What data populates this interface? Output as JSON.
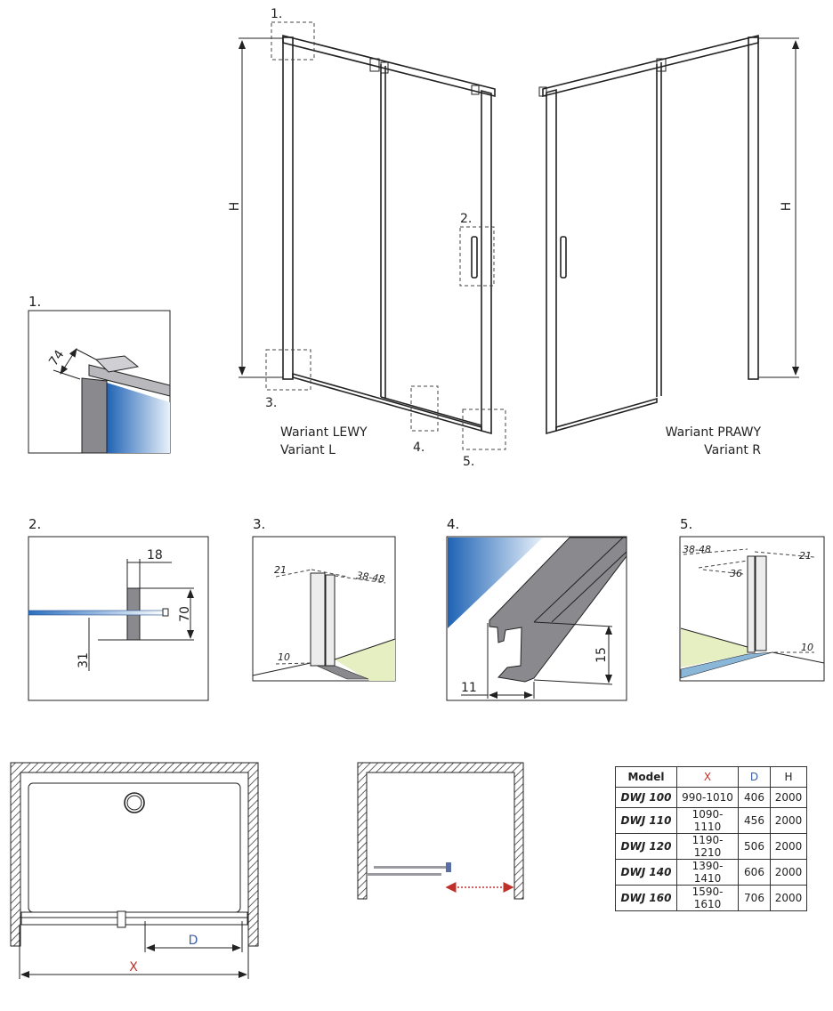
{
  "variants": {
    "left": {
      "line1": "Wariant LEWY",
      "line2": "Variant L"
    },
    "right": {
      "line1": "Wariant PRAWY",
      "line2": "Variant R"
    }
  },
  "height_label": "H",
  "callouts": [
    "1.",
    "2.",
    "3.",
    "4.",
    "5."
  ],
  "details": {
    "d1": {
      "label": "1.",
      "dims": [
        "74"
      ]
    },
    "d2": {
      "label": "2.",
      "dims": [
        "18",
        "70",
        "31"
      ]
    },
    "d3": {
      "label": "3.",
      "dims": [
        "21",
        "38-48",
        "10"
      ]
    },
    "d4": {
      "label": "4.",
      "dims": [
        "15",
        "11"
      ]
    },
    "d5": {
      "label": "5.",
      "dims": [
        "38-48",
        "21",
        "36",
        "10"
      ]
    }
  },
  "plan": {
    "x_label": "X",
    "d_label": "D"
  },
  "colors": {
    "x": "#c0302b",
    "d": "#3b5fa8",
    "glass": "#2f74c0",
    "floor": "#e6efc2"
  },
  "table": {
    "headers": [
      "Model",
      "X",
      "D",
      "H"
    ],
    "rows": [
      [
        "DWJ 100",
        "990-1010",
        "406",
        "2000"
      ],
      [
        "DWJ 110",
        "1090-1110",
        "456",
        "2000"
      ],
      [
        "DWJ 120",
        "1190-1210",
        "506",
        "2000"
      ],
      [
        "DWJ 140",
        "1390-1410",
        "606",
        "2000"
      ],
      [
        "DWJ 160",
        "1590-1610",
        "706",
        "2000"
      ]
    ]
  }
}
